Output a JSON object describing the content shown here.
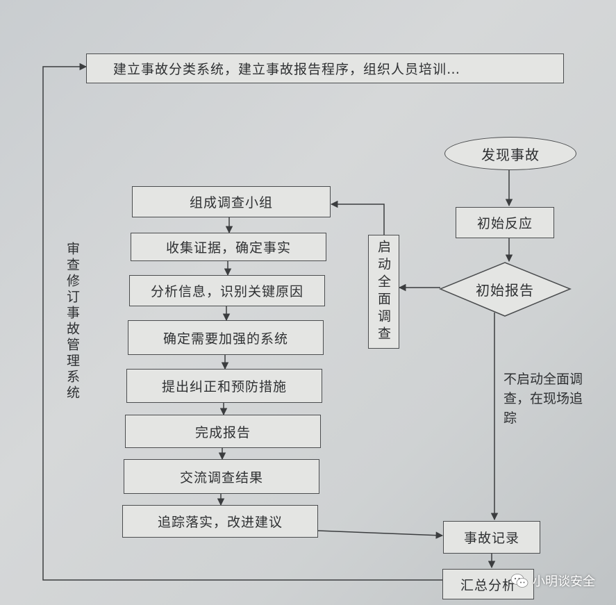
{
  "top_box": "建立事故分类系统，建立事故报告程序，组织人员培训…",
  "right_flow": {
    "discover": "发现事故",
    "initial_response": "初始反应",
    "initial_report": "初始报告",
    "accident_record": "事故记录",
    "summary_analysis": "汇总分析"
  },
  "start_full_investigation": "启动全面调查",
  "no_full_investigation_note": "不启动全面调查，在现场追踪",
  "left_feedback": "审查修订事故管理系统",
  "steps": [
    "组成调查小组",
    "收集证据，确定事实",
    "分析信息，识别关键原因",
    "确定需要加强的系统",
    "提出纠正和预防措施",
    "完成报告",
    "交流调查结果",
    "追踪落实，改进建议"
  ],
  "watermark": "小明谈安全"
}
